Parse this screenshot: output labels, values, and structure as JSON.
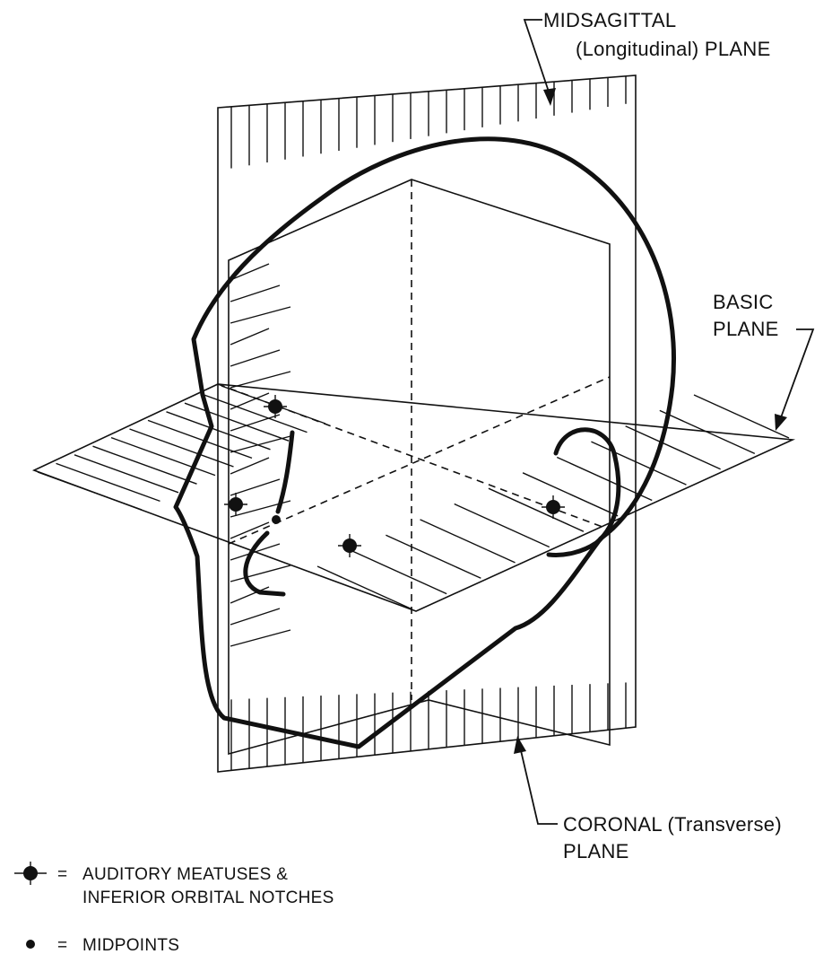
{
  "labels": {
    "midsagittal_line1": "MIDSAGITTAL",
    "midsagittal_line2": "(Longitudinal) PLANE",
    "basic_line1": "BASIC",
    "basic_line2": "PLANE",
    "coronal_line1": "CORONAL (Transverse)",
    "coronal_line2": "PLANE"
  },
  "legend": {
    "cross_marker": {
      "equals": "=",
      "line1": "AUDITORY MEATUSES &",
      "line2": "INFERIOR ORBITAL NOTCHES"
    },
    "dot_marker": {
      "equals": "=",
      "line1": "MIDPOINTS"
    }
  },
  "colors": {
    "ink": "#111111",
    "background": "#ffffff"
  }
}
